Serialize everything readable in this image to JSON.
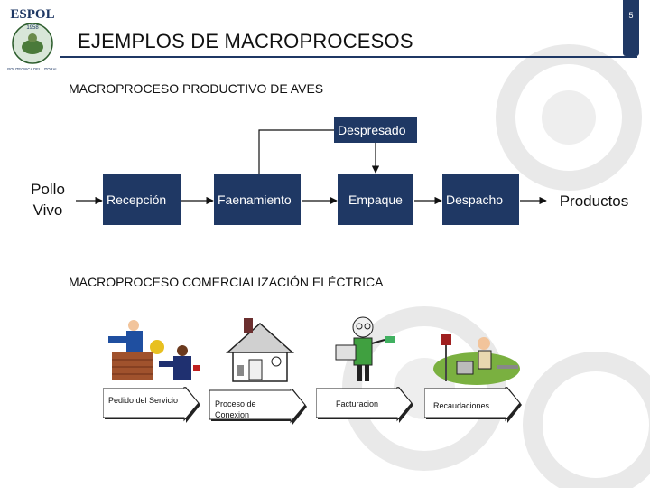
{
  "slide": {
    "page_number": "5",
    "title": "EJEMPLOS DE MACROPROCESOS",
    "logo": {
      "name": "espol-logo",
      "text_top": "ESPOL",
      "text_year": "1958",
      "text_bottom": "POLITECNICA DEL LITORAL"
    }
  },
  "section_aves": {
    "heading": "MACROPROCESO PRODUCTIVO DE AVES",
    "input": "Pollo Vivo",
    "input_lines": [
      "Pollo",
      "Vivo"
    ],
    "output": "Productos",
    "side_step": "Despresado",
    "steps": [
      "Recepción",
      "Faenamiento",
      "Empaque",
      "Despacho"
    ]
  },
  "section_electrica": {
    "heading": "MACROPROCESO COMERCIALIZACIÓN ELÉCTRICA",
    "steps": [
      "Pedido del Servicio",
      "Proceso de Conexion",
      "Facturacion",
      "Recaudaciones"
    ],
    "illustrations": [
      "handshake-illustration",
      "house-illustration",
      "cashier-illustration",
      "technician-illustration"
    ]
  },
  "colors": {
    "box_fill": "#1f3864",
    "box_text": "#ffffff",
    "gear": "#e6e6e6"
  }
}
